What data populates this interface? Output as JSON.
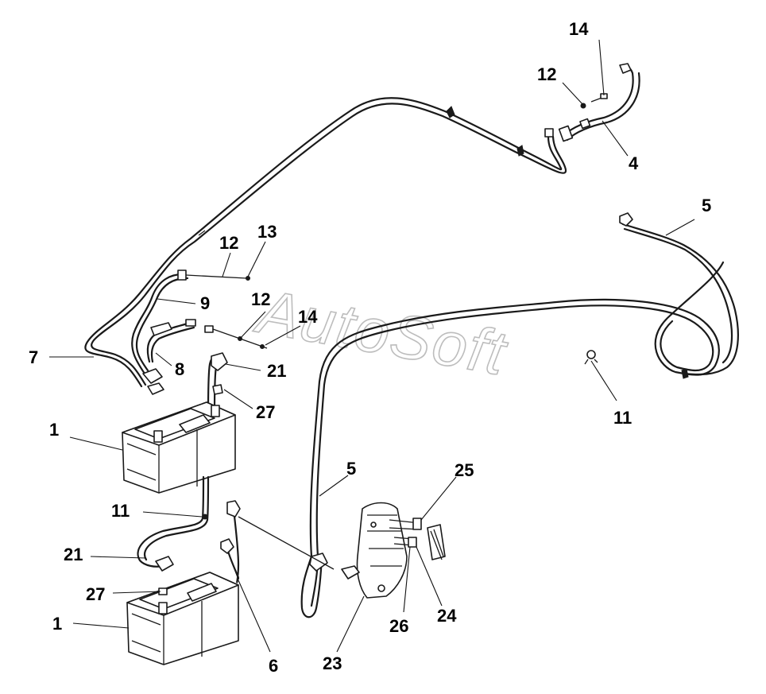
{
  "watermark": "AutoSoft",
  "callouts": [
    {
      "id": "c14a",
      "label": "14"
    },
    {
      "id": "c12a",
      "label": "12"
    },
    {
      "id": "c4",
      "label": "4"
    },
    {
      "id": "c5a",
      "label": "5"
    },
    {
      "id": "c12b",
      "label": "12"
    },
    {
      "id": "c13",
      "label": "13"
    },
    {
      "id": "c9",
      "label": "9"
    },
    {
      "id": "c12c",
      "label": "12"
    },
    {
      "id": "c14b",
      "label": "14"
    },
    {
      "id": "c7",
      "label": "7"
    },
    {
      "id": "c8",
      "label": "8"
    },
    {
      "id": "c21a",
      "label": "21"
    },
    {
      "id": "c27a",
      "label": "27"
    },
    {
      "id": "c11a",
      "label": "11"
    },
    {
      "id": "c1a",
      "label": "1"
    },
    {
      "id": "c5b",
      "label": "5"
    },
    {
      "id": "c25",
      "label": "25"
    },
    {
      "id": "c11b",
      "label": "11"
    },
    {
      "id": "c21b",
      "label": "21"
    },
    {
      "id": "c27b",
      "label": "27"
    },
    {
      "id": "c1b",
      "label": "1"
    },
    {
      "id": "c6",
      "label": "6"
    },
    {
      "id": "c23",
      "label": "23"
    },
    {
      "id": "c26",
      "label": "26"
    },
    {
      "id": "c24",
      "label": "24"
    }
  ]
}
